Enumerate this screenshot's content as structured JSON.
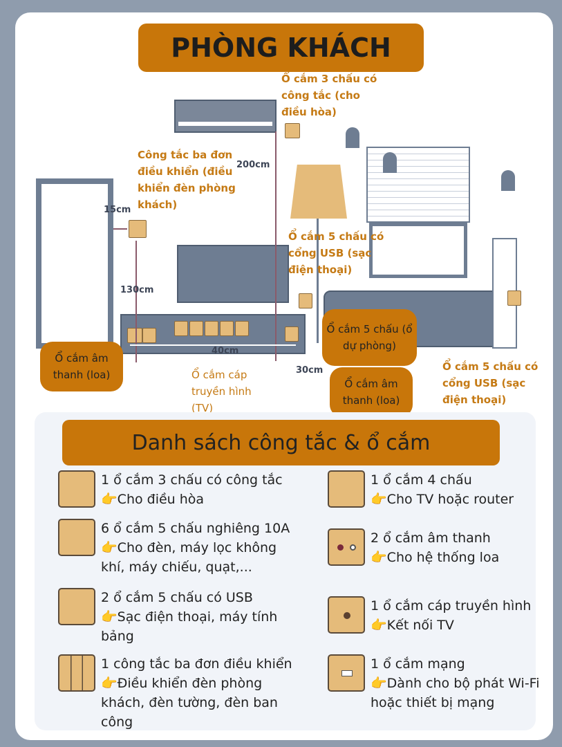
{
  "title": "PHÒNG KHÁCH",
  "diagram": {
    "labels": {
      "ac_socket": "Ổ cắm 3 chấu có công tắc (cho điều hòa)",
      "triple_switch": "Công tắc ba đơn điều khiển (điều khiển đèn phòng khách)",
      "usb_socket_mid": "Ổ cắm 5 chấu có cổng USB (sạc điện thoại)",
      "tv_cable": "Ổ cắm cáp truyền hình (TV)",
      "usb_socket_right": "Ổ cắm 5 chấu có cổng USB (sạc điện thoại)"
    },
    "bubbles": {
      "audio_left": "Ổ cắm âm thanh (loa)",
      "spare": "Ổ cắm 5 chấu (ổ dự phòng)",
      "audio_right": "Ổ cắm âm thanh (loa)"
    },
    "dimensions": {
      "d15": "15cm",
      "d200": "200cm",
      "d130": "130cm",
      "d40": "40cm",
      "d30": "30cm"
    }
  },
  "list": {
    "heading": "Danh sách công tắc & ổ cắm",
    "hand_icon": "👉",
    "items": [
      {
        "icon": "socket-3pin-switch-icon",
        "title": "1 ổ cắm 3 chấu có công tắc",
        "desc": "Cho điều hòa"
      },
      {
        "icon": "socket-4pin-icon",
        "title": "1 ổ cắm 4 chấu",
        "desc": "Cho TV hoặc router"
      },
      {
        "icon": "socket-5pin-icon",
        "title": "6 ổ cắm 5 chấu nghiêng 10A",
        "desc": "Cho đèn, máy lọc không khí, máy chiếu, quạt,..."
      },
      {
        "icon": "audio-socket-icon",
        "title": "2 ổ cắm âm thanh",
        "desc": "Cho hệ thống loa"
      },
      {
        "icon": "socket-usb-icon",
        "title": "2 ổ cắm 5 chấu có USB",
        "desc": "Sạc điện thoại, máy tính bảng"
      },
      {
        "icon": "tv-cable-socket-icon",
        "title": "1 ổ cắm cáp truyền hình",
        "desc": "Kết nối TV"
      },
      {
        "icon": "triple-switch-icon",
        "title": "1 công tắc ba đơn điều khiển",
        "desc": "Điều khiển đèn phòng khách, đèn tường, đèn ban công"
      },
      {
        "icon": "network-socket-icon",
        "title": "1 ổ cắm mạng",
        "desc": "Dành cho bộ phát Wi-Fi hoặc thiết bị mạng"
      }
    ]
  },
  "colors": {
    "accent": "#c8760a",
    "label": "#c57a14",
    "furniture": "#6e7d92",
    "socket": "#e5bb7a",
    "background": "#8f9cad"
  }
}
